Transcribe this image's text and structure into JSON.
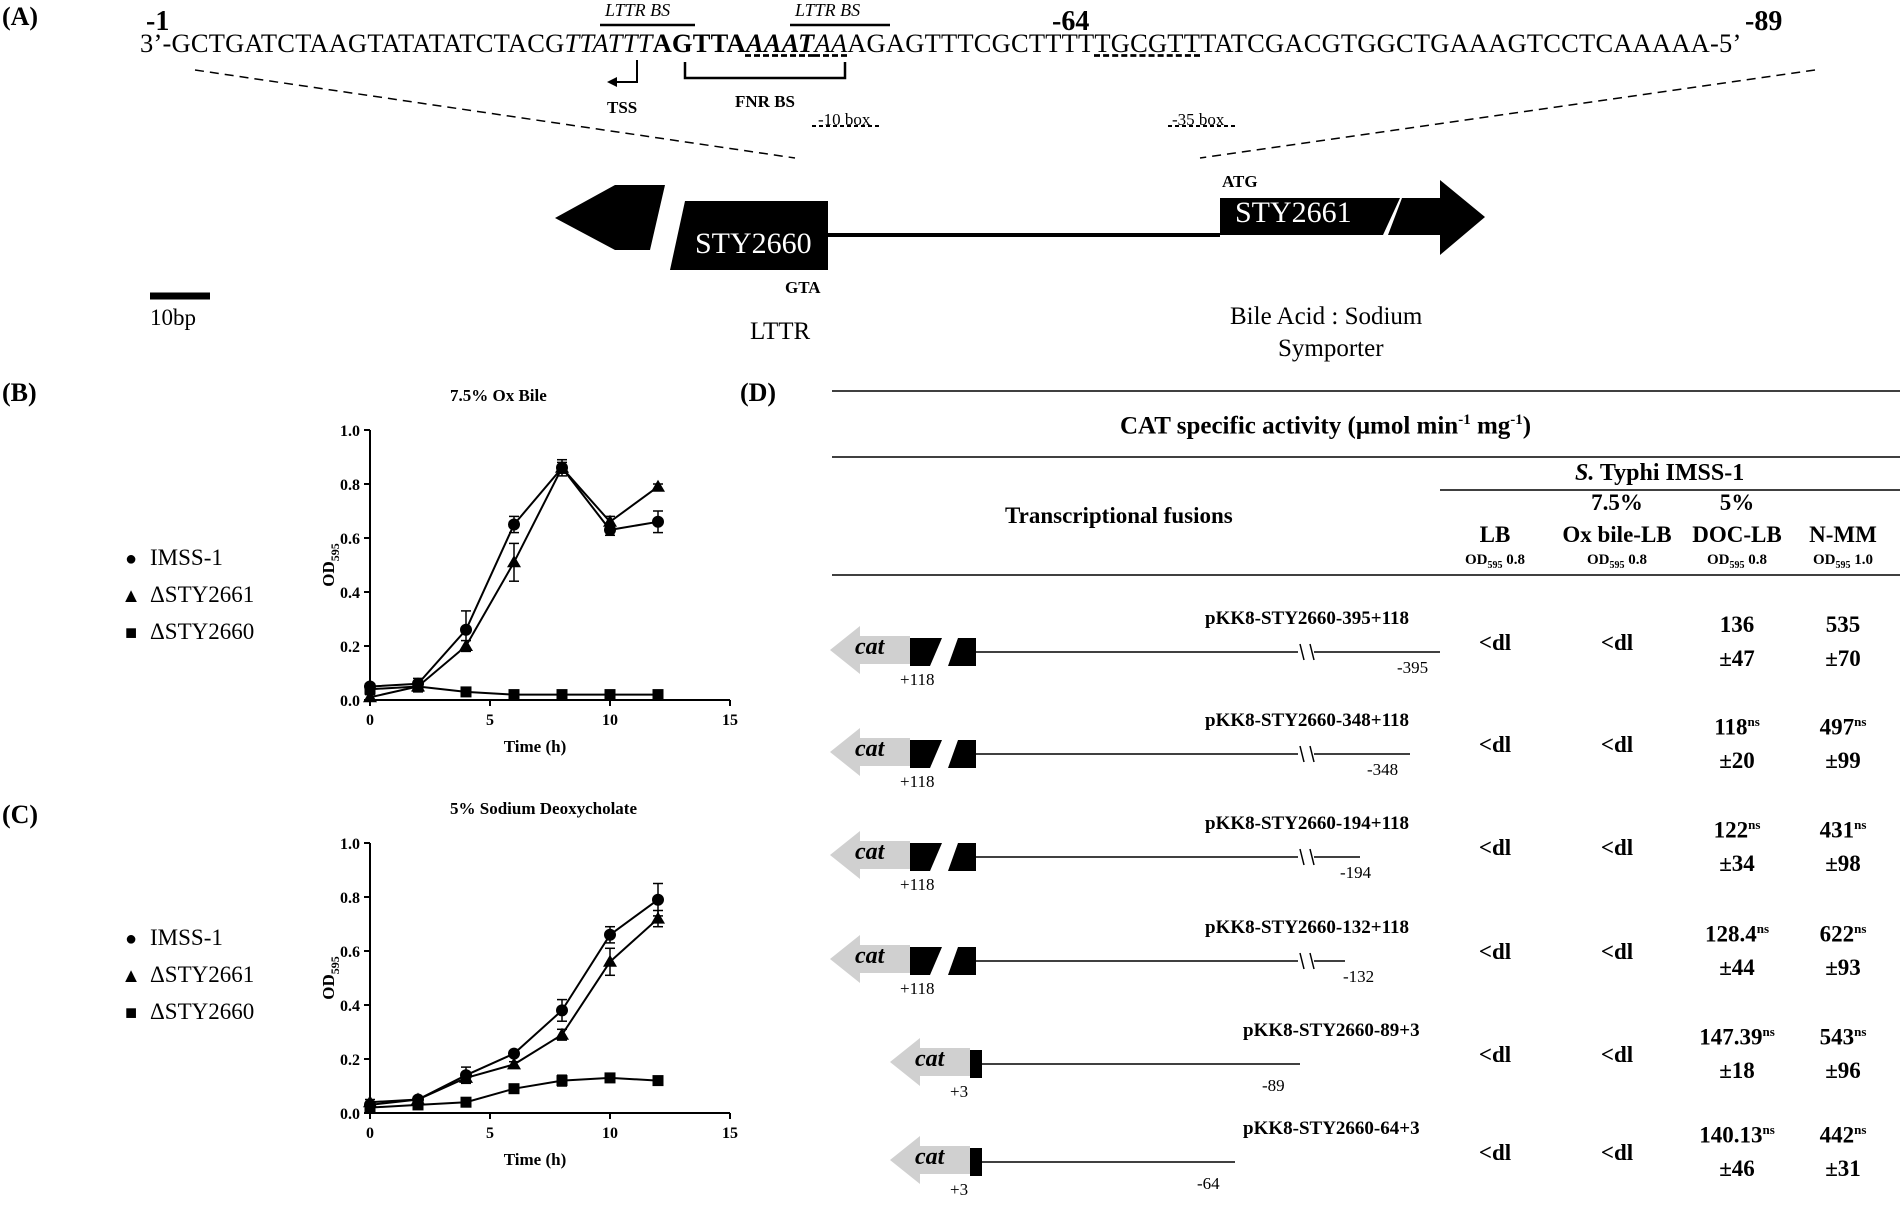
{
  "panels": {
    "a": "(A)",
    "b": "(B)",
    "c": "(C)",
    "d": "(D)"
  },
  "panel_a": {
    "pos_m1": "-1",
    "pos_m64": "-64",
    "pos_m89": "-89",
    "seq_start": "3’-GCTGATCTAAGTATATATCTACG",
    "seq_italic1": "TTATTT",
    "seq_bold": "AGTTA",
    "seq_bold_italic": "AAAT",
    "seq_italic2": "AA",
    "seq_mid": "AGAGTTTCGCTTTT",
    "seq_box35": "TGCGTT",
    "seq_end": "TATCGACGTGGCTGAAAGTCCTCAAAAA-5’",
    "lttr_bs_1": "LTTR BS",
    "lttr_bs_2": "LTTR BS",
    "tss": "TSS",
    "fnr_bs": "FNR BS",
    "box10": "-10 box",
    "box35": "-35 box",
    "atg": "ATG",
    "gta": "GTA",
    "gene_left": "STY2660",
    "gene_right": "STY2661",
    "scale": "10bp",
    "gene_left_desc": "LTTR",
    "gene_right_desc_1": "Bile Acid : Sodium",
    "gene_right_desc_2": "Symporter"
  },
  "legend": {
    "s1": "IMSS-1",
    "s2": "ΔSTY2661",
    "s3": "ΔSTY2660"
  },
  "chart_data": [
    {
      "type": "line",
      "title": "7.5% Ox Bile",
      "xlabel": "Time (h)",
      "ylabel": "OD595",
      "xlim": [
        0,
        15
      ],
      "ylim": [
        0,
        1.0
      ],
      "xticks": [
        0,
        5,
        10,
        15
      ],
      "yticks": [
        0.0,
        0.2,
        0.4,
        0.6,
        0.8,
        1.0
      ],
      "series": [
        {
          "name": "IMSS-1",
          "marker": "circle",
          "x": [
            0,
            2,
            4,
            6,
            8,
            10,
            12
          ],
          "y": [
            0.05,
            0.06,
            0.26,
            0.65,
            0.86,
            0.63,
            0.66
          ],
          "err": [
            0.01,
            0.02,
            0.07,
            0.03,
            0.03,
            0.02,
            0.04
          ]
        },
        {
          "name": "ΔSTY2661",
          "marker": "triangle",
          "x": [
            0,
            2,
            4,
            6,
            8,
            10,
            12
          ],
          "y": [
            0.01,
            0.05,
            0.2,
            0.51,
            0.86,
            0.66,
            0.79
          ],
          "err": [
            0.01,
            0.02,
            0.02,
            0.07,
            0.02,
            0.02,
            0.01
          ]
        },
        {
          "name": "ΔSTY2660",
          "marker": "square",
          "x": [
            0,
            2,
            4,
            6,
            8,
            10,
            12
          ],
          "y": [
            0.04,
            0.05,
            0.03,
            0.02,
            0.02,
            0.02,
            0.02
          ],
          "err": [
            0,
            0,
            0,
            0,
            0,
            0,
            0
          ]
        }
      ]
    },
    {
      "type": "line",
      "title": "5% Sodium Deoxycholate",
      "xlabel": "Time (h)",
      "ylabel": "OD595",
      "xlim": [
        0,
        15
      ],
      "ylim": [
        0,
        1.0
      ],
      "xticks": [
        0,
        5,
        10,
        15
      ],
      "yticks": [
        0.0,
        0.2,
        0.4,
        0.6,
        0.8,
        1.0
      ],
      "series": [
        {
          "name": "IMSS-1",
          "marker": "circle",
          "x": [
            0,
            2,
            4,
            6,
            8,
            10,
            12
          ],
          "y": [
            0.03,
            0.05,
            0.14,
            0.22,
            0.38,
            0.66,
            0.79
          ],
          "err": [
            0.01,
            0.01,
            0.03,
            0.01,
            0.04,
            0.03,
            0.06
          ]
        },
        {
          "name": "ΔSTY2661",
          "marker": "triangle",
          "x": [
            0,
            2,
            4,
            6,
            8,
            10,
            12
          ],
          "y": [
            0.04,
            0.05,
            0.13,
            0.18,
            0.29,
            0.56,
            0.72
          ],
          "err": [
            0.01,
            0.01,
            0.02,
            0.01,
            0.02,
            0.05,
            0.03
          ]
        },
        {
          "name": "ΔSTY2660",
          "marker": "square",
          "x": [
            0,
            2,
            4,
            6,
            8,
            10,
            12
          ],
          "y": [
            0.02,
            0.03,
            0.04,
            0.09,
            0.12,
            0.13,
            0.12
          ],
          "err": [
            0,
            0,
            0,
            0,
            0.02,
            0,
            0
          ]
        }
      ]
    }
  ],
  "table": {
    "title_pre": "CAT specific activity (μmol min",
    "title_sup1": "-1",
    "title_mid": " mg",
    "title_sup2": "-1",
    "title_post": ")",
    "strain_italic": "S.",
    "strain_rest": " Typhi IMSS-1",
    "fusions_header": "Transcriptional fusions",
    "cols": [
      {
        "l1": "",
        "l2": "",
        "l3": "LB",
        "od_pre": "OD",
        "od_sub": "595",
        "od_val": " 0.8"
      },
      {
        "l1": "",
        "l2": "7.5%",
        "l3": "Ox bile-LB",
        "od_pre": "OD",
        "od_sub": "595",
        "od_val": " 0.8"
      },
      {
        "l1": "",
        "l2": "5%",
        "l3": "DOC-LB",
        "od_pre": "OD",
        "od_sub": "595",
        "od_val": " 0.8"
      },
      {
        "l1": "",
        "l2": "",
        "l3": "N-MM",
        "od_pre": "OD",
        "od_sub": "595",
        "od_val": " 1.0"
      }
    ],
    "cat_label": "cat",
    "rows": [
      {
        "name": "pKK8-STY2660-395+118",
        "plus": "+118",
        "minus": "-395",
        "lb": "<dl",
        "ox": "<dl",
        "doc_val": "136",
        "doc_sup": "",
        "doc_sd": "±47",
        "nmm_val": "535",
        "nmm_sup": "",
        "nmm_sd": "±70"
      },
      {
        "name": "pKK8-STY2660-348+118",
        "plus": "+118",
        "minus": "-348",
        "lb": "<dl",
        "ox": "<dl",
        "doc_val": "118",
        "doc_sup": "ns",
        "doc_sd": "±20",
        "nmm_val": "497",
        "nmm_sup": "ns",
        "nmm_sd": "±99"
      },
      {
        "name": "pKK8-STY2660-194+118",
        "plus": "+118",
        "minus": "-194",
        "lb": "<dl",
        "ox": "<dl",
        "doc_val": "122",
        "doc_sup": "ns",
        "doc_sd": "±34",
        "nmm_val": "431",
        "nmm_sup": "ns",
        "nmm_sd": "±98"
      },
      {
        "name": "pKK8-STY2660-132+118",
        "plus": "+118",
        "minus": "-132",
        "lb": "<dl",
        "ox": "<dl",
        "doc_val": "128.4",
        "doc_sup": "ns",
        "doc_sd": "±44",
        "nmm_val": "622",
        "nmm_sup": "ns",
        "nmm_sd": "±93"
      },
      {
        "name": "pKK8-STY2660-89+3",
        "plus": "+3",
        "minus": "-89",
        "lb": "<dl",
        "ox": "<dl",
        "doc_val": "147.39",
        "doc_sup": "ns",
        "doc_sd": "±18",
        "nmm_val": "543",
        "nmm_sup": "ns",
        "nmm_sd": "±96"
      },
      {
        "name": "pKK8-STY2660-64+3",
        "plus": "+3",
        "minus": "-64",
        "lb": "<dl",
        "ox": "<dl",
        "doc_val": "140.13",
        "doc_sup": "ns",
        "doc_sd": "±46",
        "nmm_val": "442",
        "nmm_sup": "ns",
        "nmm_sd": "±31"
      }
    ]
  }
}
